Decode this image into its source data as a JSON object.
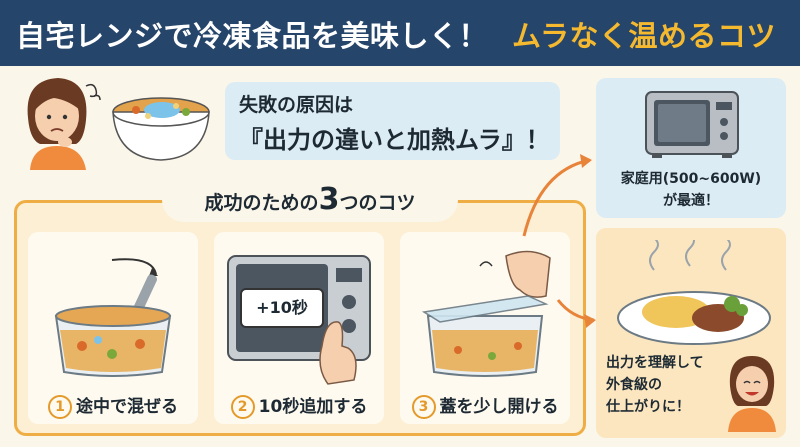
{
  "header": {
    "title_left": "自宅レンジで冷凍食品を美味しく！",
    "title_right": "ムラなく温めるコツ"
  },
  "cause": {
    "line1": "失敗の原因は",
    "line2": "『出力の違いと加熱ムラ』！"
  },
  "tips_panel": {
    "title_prefix": "成功のための",
    "title_number": "3",
    "title_suffix": "つのコツ"
  },
  "steps": [
    {
      "number": "1",
      "label": "途中で混ぜる"
    },
    {
      "number": "2",
      "label": "10秒追加する",
      "screen_text": "+10秒"
    },
    {
      "number": "3",
      "label": "蓋を少し開ける"
    }
  ],
  "microwave_card": {
    "line1": "家庭用(500~600W)",
    "line2": "が最適！"
  },
  "result_card": {
    "line1": "出力を理解して",
    "line2": "外食級の",
    "line3": "仕上がりに！"
  },
  "colors": {
    "header_bg": "#26456b",
    "header_accent": "#f4b92f",
    "panel_border": "#efae45",
    "arrow": "#e8833a"
  }
}
